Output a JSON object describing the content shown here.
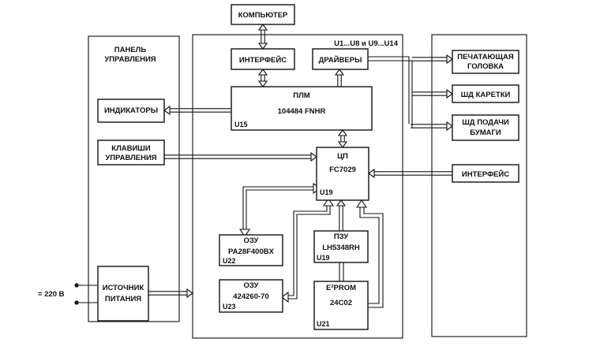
{
  "diagram": {
    "frames": {
      "control_panel": {
        "label": [
          "ПАНЕЛЬ",
          "УПРАВЛЕНИЯ"
        ]
      },
      "main_board": {
        "label": "U1...U8 и U9...U14"
      },
      "mechanism": {
        "label": ""
      }
    },
    "blocks": {
      "computer": {
        "lines": [
          "КОМПЬЮТЕР"
        ]
      },
      "interface_top": {
        "lines": [
          "ИНТЕРФЕЙС"
        ]
      },
      "drivers": {
        "lines": [
          "ДРАЙВЕРЫ"
        ]
      },
      "plm": {
        "lines": [
          "ПЛМ",
          "104484 FNHR"
        ],
        "code": "U15"
      },
      "indicators": {
        "lines": [
          "ИНДИКАТОРЫ"
        ]
      },
      "keys": {
        "lines": [
          "КЛАВИШИ",
          "УПРАВЛЕНИЯ"
        ]
      },
      "cpu": {
        "lines": [
          "ЦП",
          "FC7029"
        ],
        "code": "U19"
      },
      "ram1": {
        "lines": [
          "ОЗУ",
          "PA28F400BX"
        ],
        "code": "U22"
      },
      "ram2": {
        "lines": [
          "ОЗУ",
          "424260-70"
        ],
        "code": "U23"
      },
      "rom": {
        "lines": [
          "ПЗУ",
          "LH5348RH"
        ],
        "code": "U19"
      },
      "eeprom": {
        "lines": [
          "E²PROM",
          "24C02"
        ],
        "code": "U21"
      },
      "power": {
        "lines": [
          "ИСТОЧНИК",
          "ПИТАНИЯ"
        ]
      },
      "print_head": {
        "lines": [
          "ПЕЧАТАЮЩАЯ",
          "ГОЛОВКА"
        ]
      },
      "carriage_motor": {
        "lines": [
          "ШД КАРЕТКИ"
        ]
      },
      "paper_motor": {
        "lines": [
          "ШД ПОДАЧИ",
          "БУМАГИ"
        ]
      },
      "interface_right": {
        "lines": [
          "ИНТЕРФЕЙС"
        ]
      }
    },
    "mains_label": "= 220 В"
  }
}
